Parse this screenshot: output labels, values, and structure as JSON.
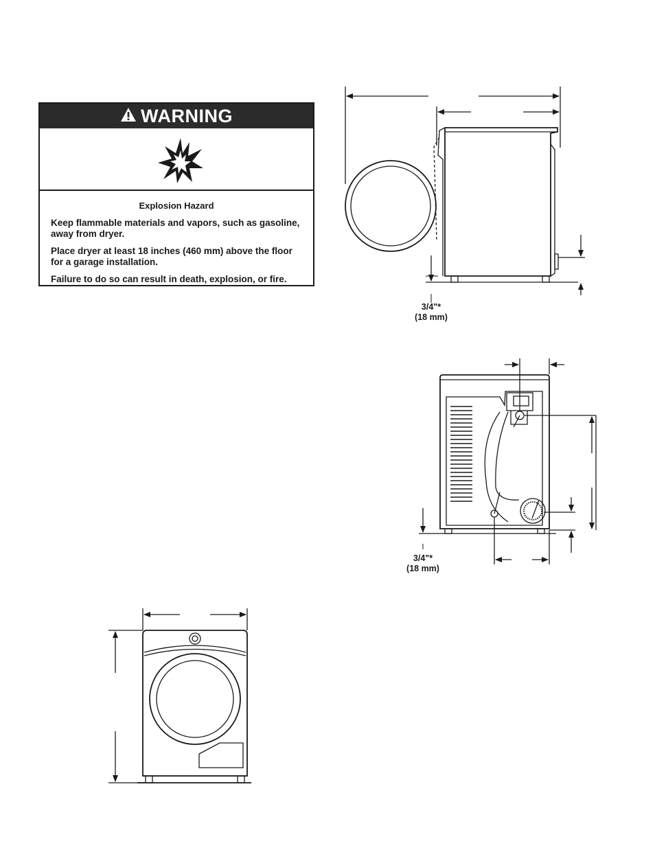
{
  "warning": {
    "header": "WARNING",
    "hazard_title": "Explosion Hazard",
    "lines": [
      "Keep flammable materials and vapors, such as gasoline, away from dryer.",
      "Place dryer at least 18 inches (460 mm) above the floor for a garage installation.",
      "Failure to do so can result in death, explosion, or fire."
    ],
    "icon": "explosion-icon"
  },
  "dimensions": {
    "side_view_clearance": {
      "fraction": "3/4\"*",
      "metric": "(18 mm)"
    },
    "rear_view_clearance": {
      "fraction": "3/4\"*",
      "metric": "(18 mm)"
    }
  }
}
